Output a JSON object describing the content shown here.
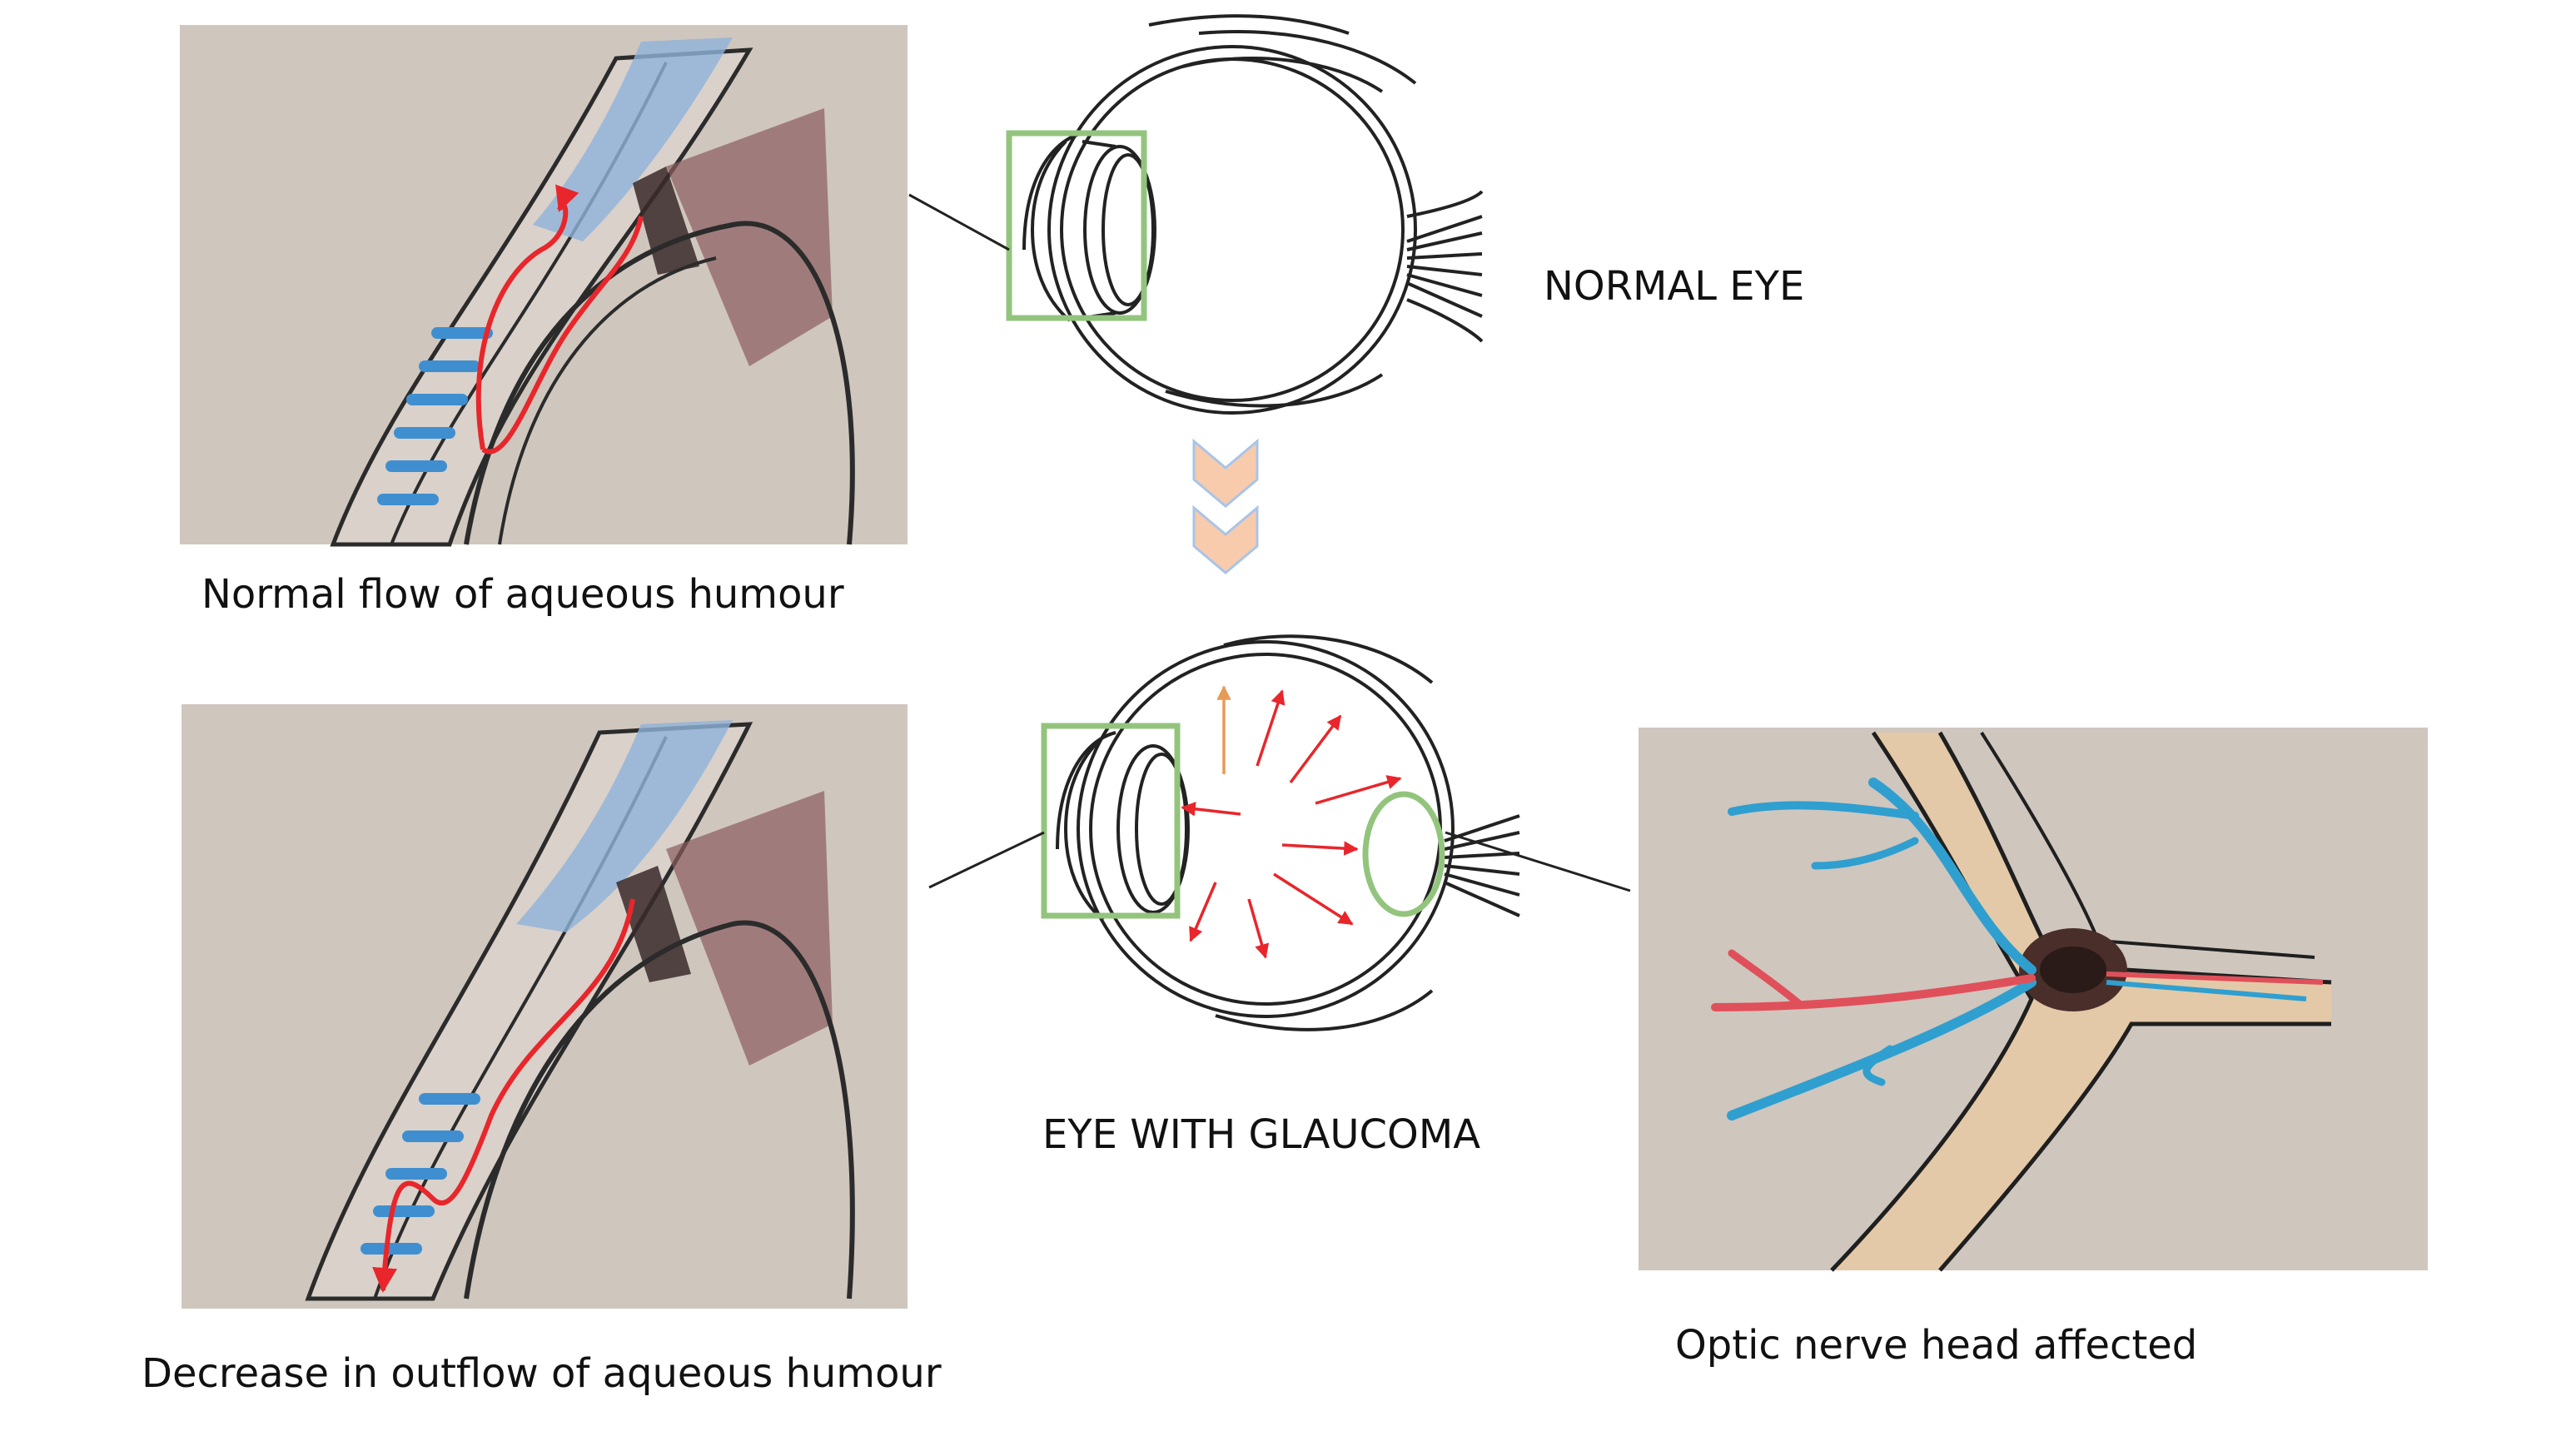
{
  "labels": {
    "normal_eye": "NORMAL EYE",
    "glaucoma_eye": "EYE WITH GLAUCOMA",
    "normal_flow": "Normal flow of aqueous humour",
    "decreased_outflow": "Decrease in outflow of aqueous humour",
    "optic_nerve": "Optic nerve head affected"
  },
  "colors": {
    "paper": "#cfc6be",
    "highlight_box": "#93c47d",
    "flow_arrow": "#e8262b",
    "pressure_arrow": "#e8262b",
    "accent_arrow": "#e69b55",
    "chevron_fill": "#f8cbad",
    "chevron_stroke": "#a9c4e8",
    "aqueous_blue": "#5b9bd5",
    "vessel_blue": "#2f9fd0",
    "vessel_red": "#e0505a",
    "nerve_tan": "#e8c9a5"
  }
}
